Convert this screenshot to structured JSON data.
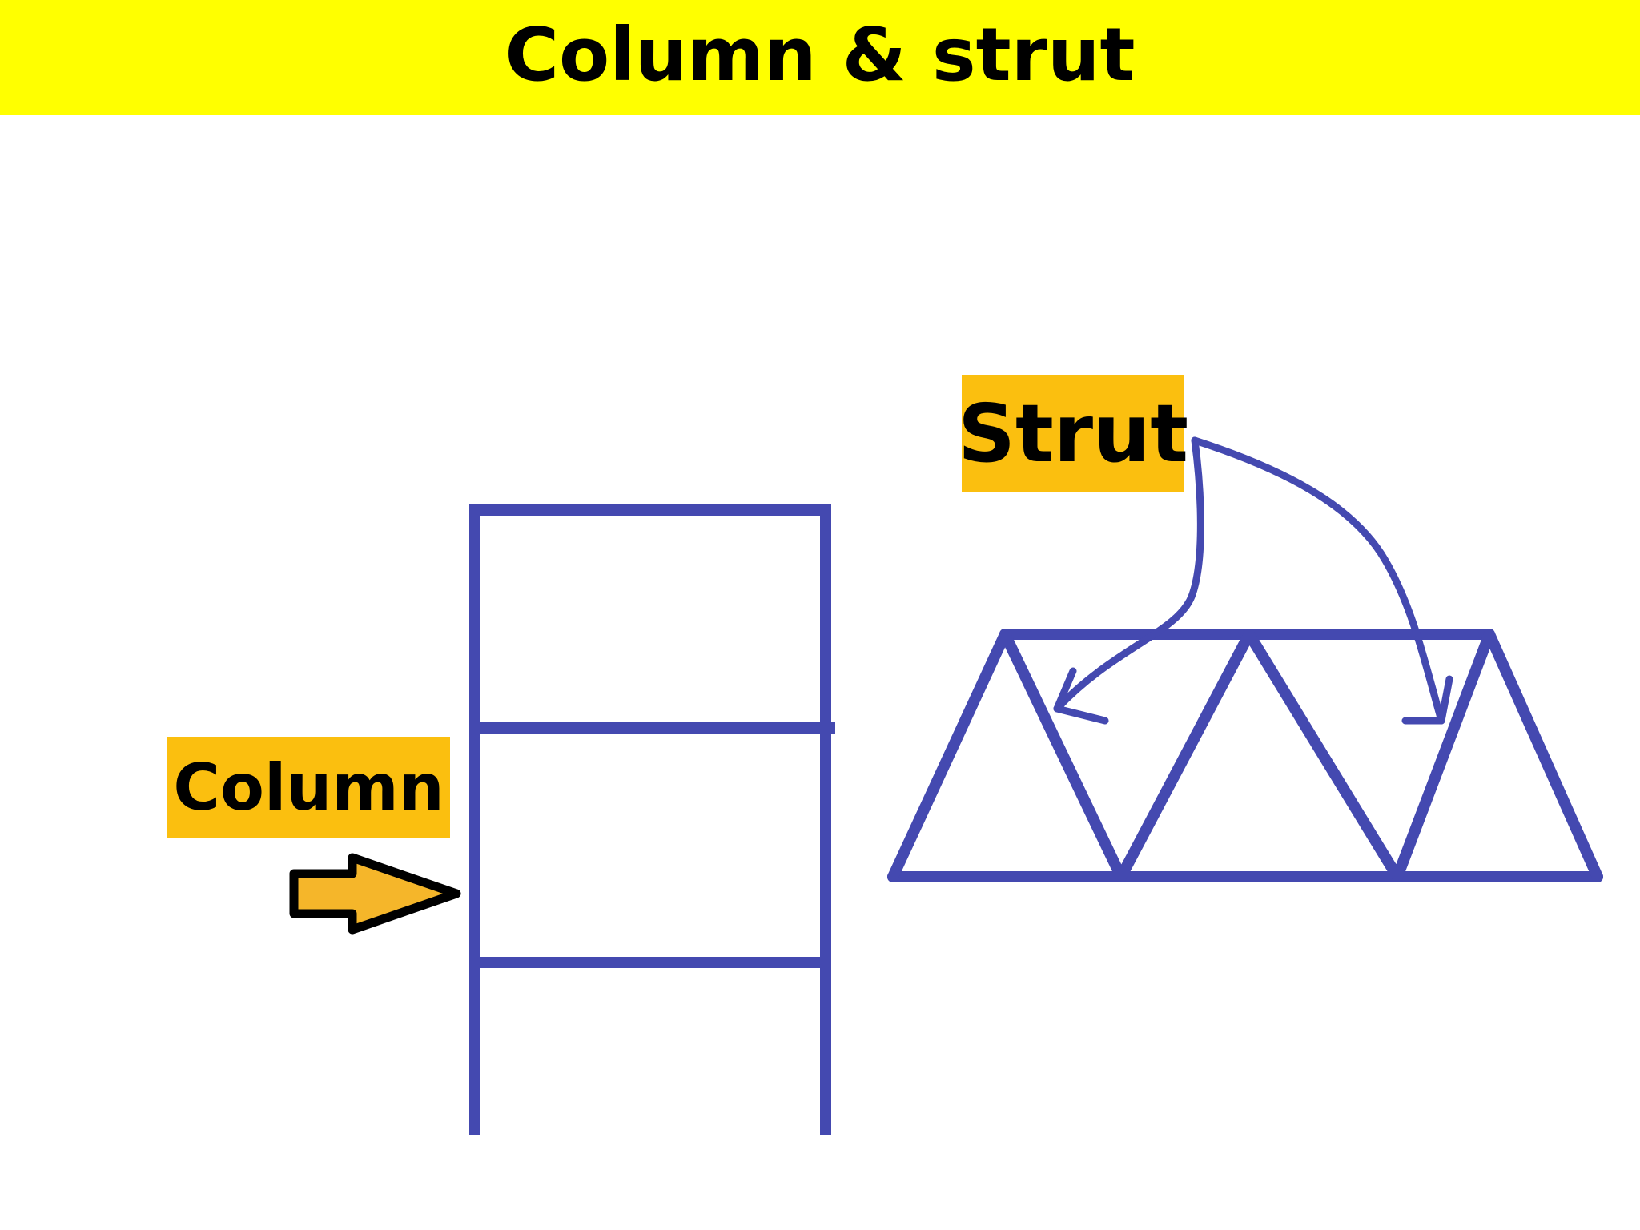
{
  "title": "Column & strut",
  "colors": {
    "title_bar": "#ffff00",
    "label_highlight": "#fbbf0f",
    "structure_lines": "#4449b0",
    "arrow_fill": "#f5b62a",
    "arrow_outline": "#000000"
  },
  "labels": {
    "column": "Column",
    "strut": "Strut"
  },
  "icons": {
    "column_pointer": "right-arrow-icon"
  }
}
